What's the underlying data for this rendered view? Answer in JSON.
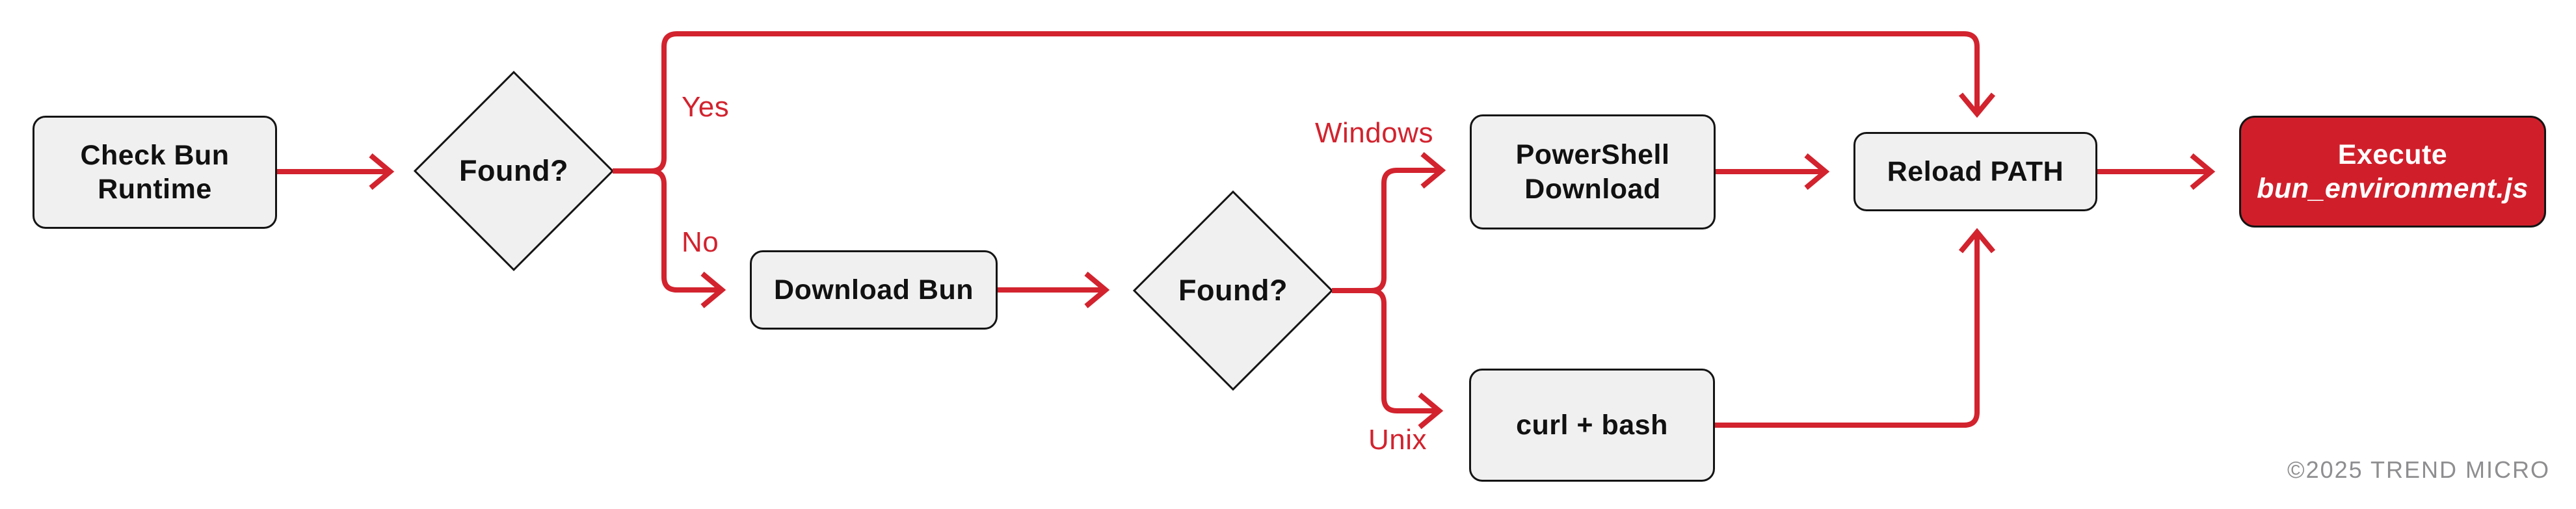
{
  "diagram": {
    "nodes": {
      "check_bun_runtime": {
        "line1": "Check Bun",
        "line2": "Runtime"
      },
      "found_1": {
        "label": "Found?"
      },
      "download_bun": {
        "label": "Download Bun"
      },
      "found_2": {
        "label": "Found?"
      },
      "powershell_download": {
        "line1": "PowerShell",
        "line2": "Download"
      },
      "curl_bash": {
        "label": "curl + bash"
      },
      "reload_path": {
        "label": "Reload PATH"
      },
      "execute": {
        "line1": "Execute",
        "line2": "bun_environment.js"
      }
    },
    "edge_labels": {
      "yes": "Yes",
      "no": "No",
      "windows": "Windows",
      "unix": "Unix"
    },
    "footer": {
      "copyright": "©2025 TREND MICRO"
    },
    "colors": {
      "accent_red": "#D2232E",
      "node_fill": "#F0F0F0",
      "node_border": "#141414",
      "execute_fill": "#D01F2B",
      "execute_text": "#FFFFFF",
      "footer_text": "#8E8E90"
    }
  }
}
